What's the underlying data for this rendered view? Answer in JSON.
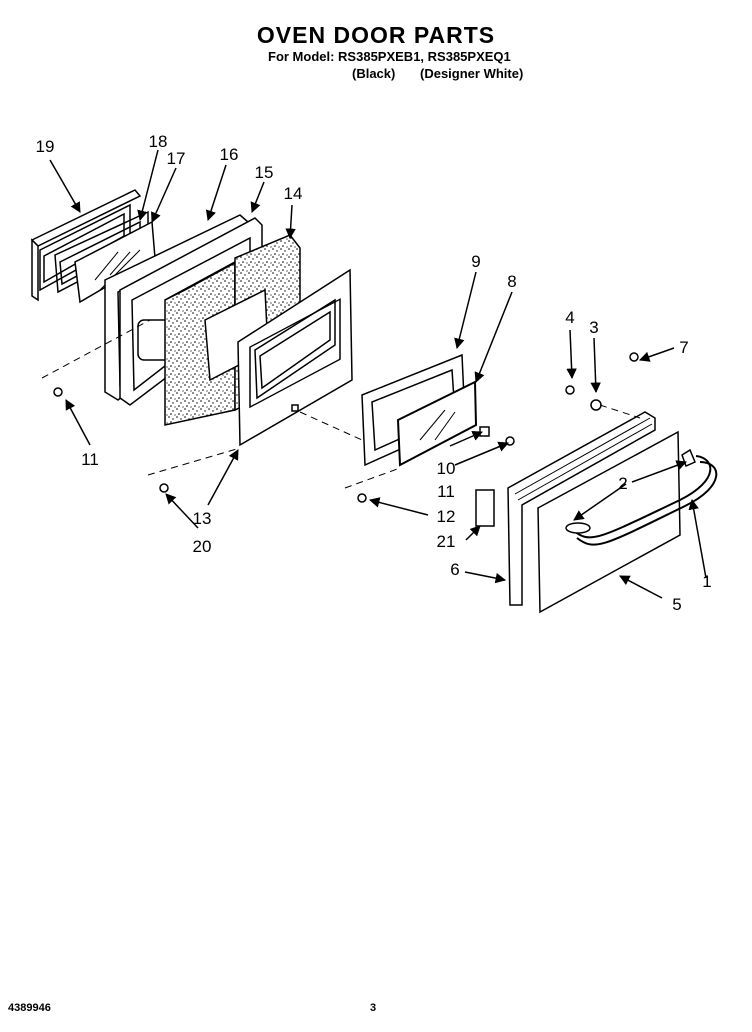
{
  "header": {
    "title": "OVEN DOOR PARTS",
    "models": "For Model: RS385PXEB1, RS385PXEQ1",
    "finish_black": "(Black)",
    "finish_white": "(Designer White)"
  },
  "callouts": {
    "c1": "1",
    "c2": "2",
    "c3": "3",
    "c4": "4",
    "c5": "5",
    "c6": "6",
    "c7": "7",
    "c8": "8",
    "c9": "9",
    "c10": "10",
    "c11a": "11",
    "c11b": "11",
    "c12": "12",
    "c13": "13",
    "c14": "14",
    "c15": "15",
    "c16": "16",
    "c17": "17",
    "c18": "18",
    "c19": "19",
    "c20": "20",
    "c21": "21"
  },
  "footer": {
    "doc_number": "4389946",
    "page_number": "3"
  }
}
